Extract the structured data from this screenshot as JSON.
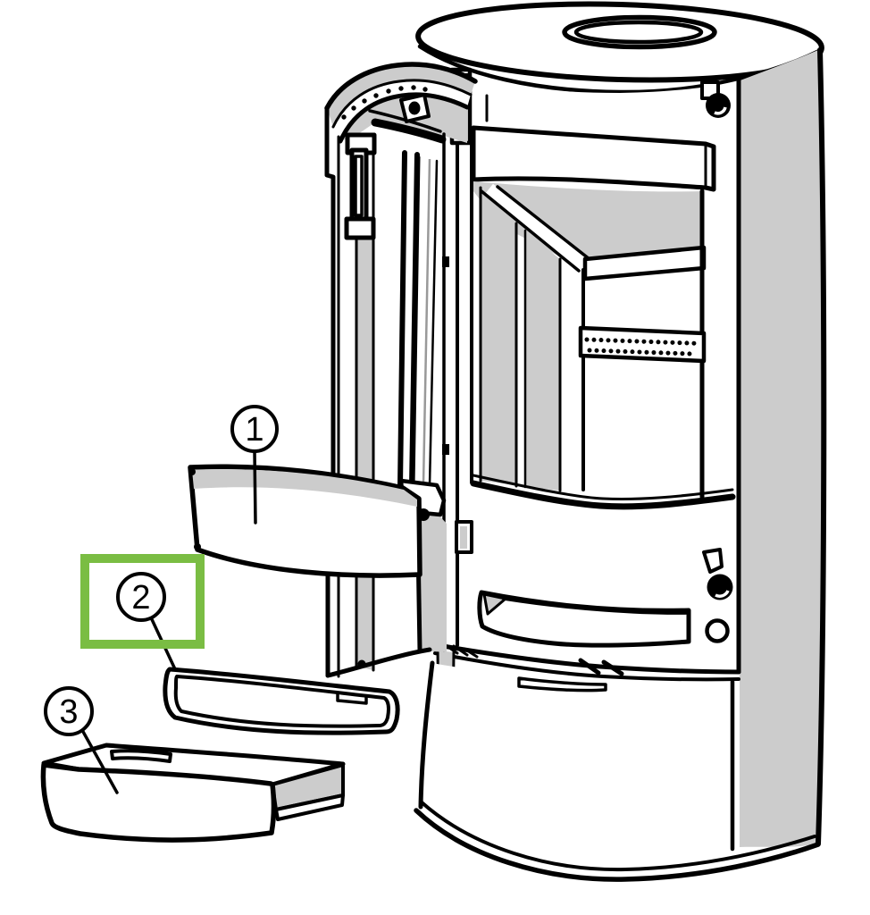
{
  "diagram": {
    "background_color": "#ffffff",
    "line_color": "#000000",
    "shade_color": "#cccccc",
    "callouts": [
      {
        "label": "1"
      },
      {
        "label": "2"
      },
      {
        "label": "3"
      }
    ],
    "highlight_box": {
      "color": "#7abd43",
      "highlights_callout": "2"
    }
  }
}
